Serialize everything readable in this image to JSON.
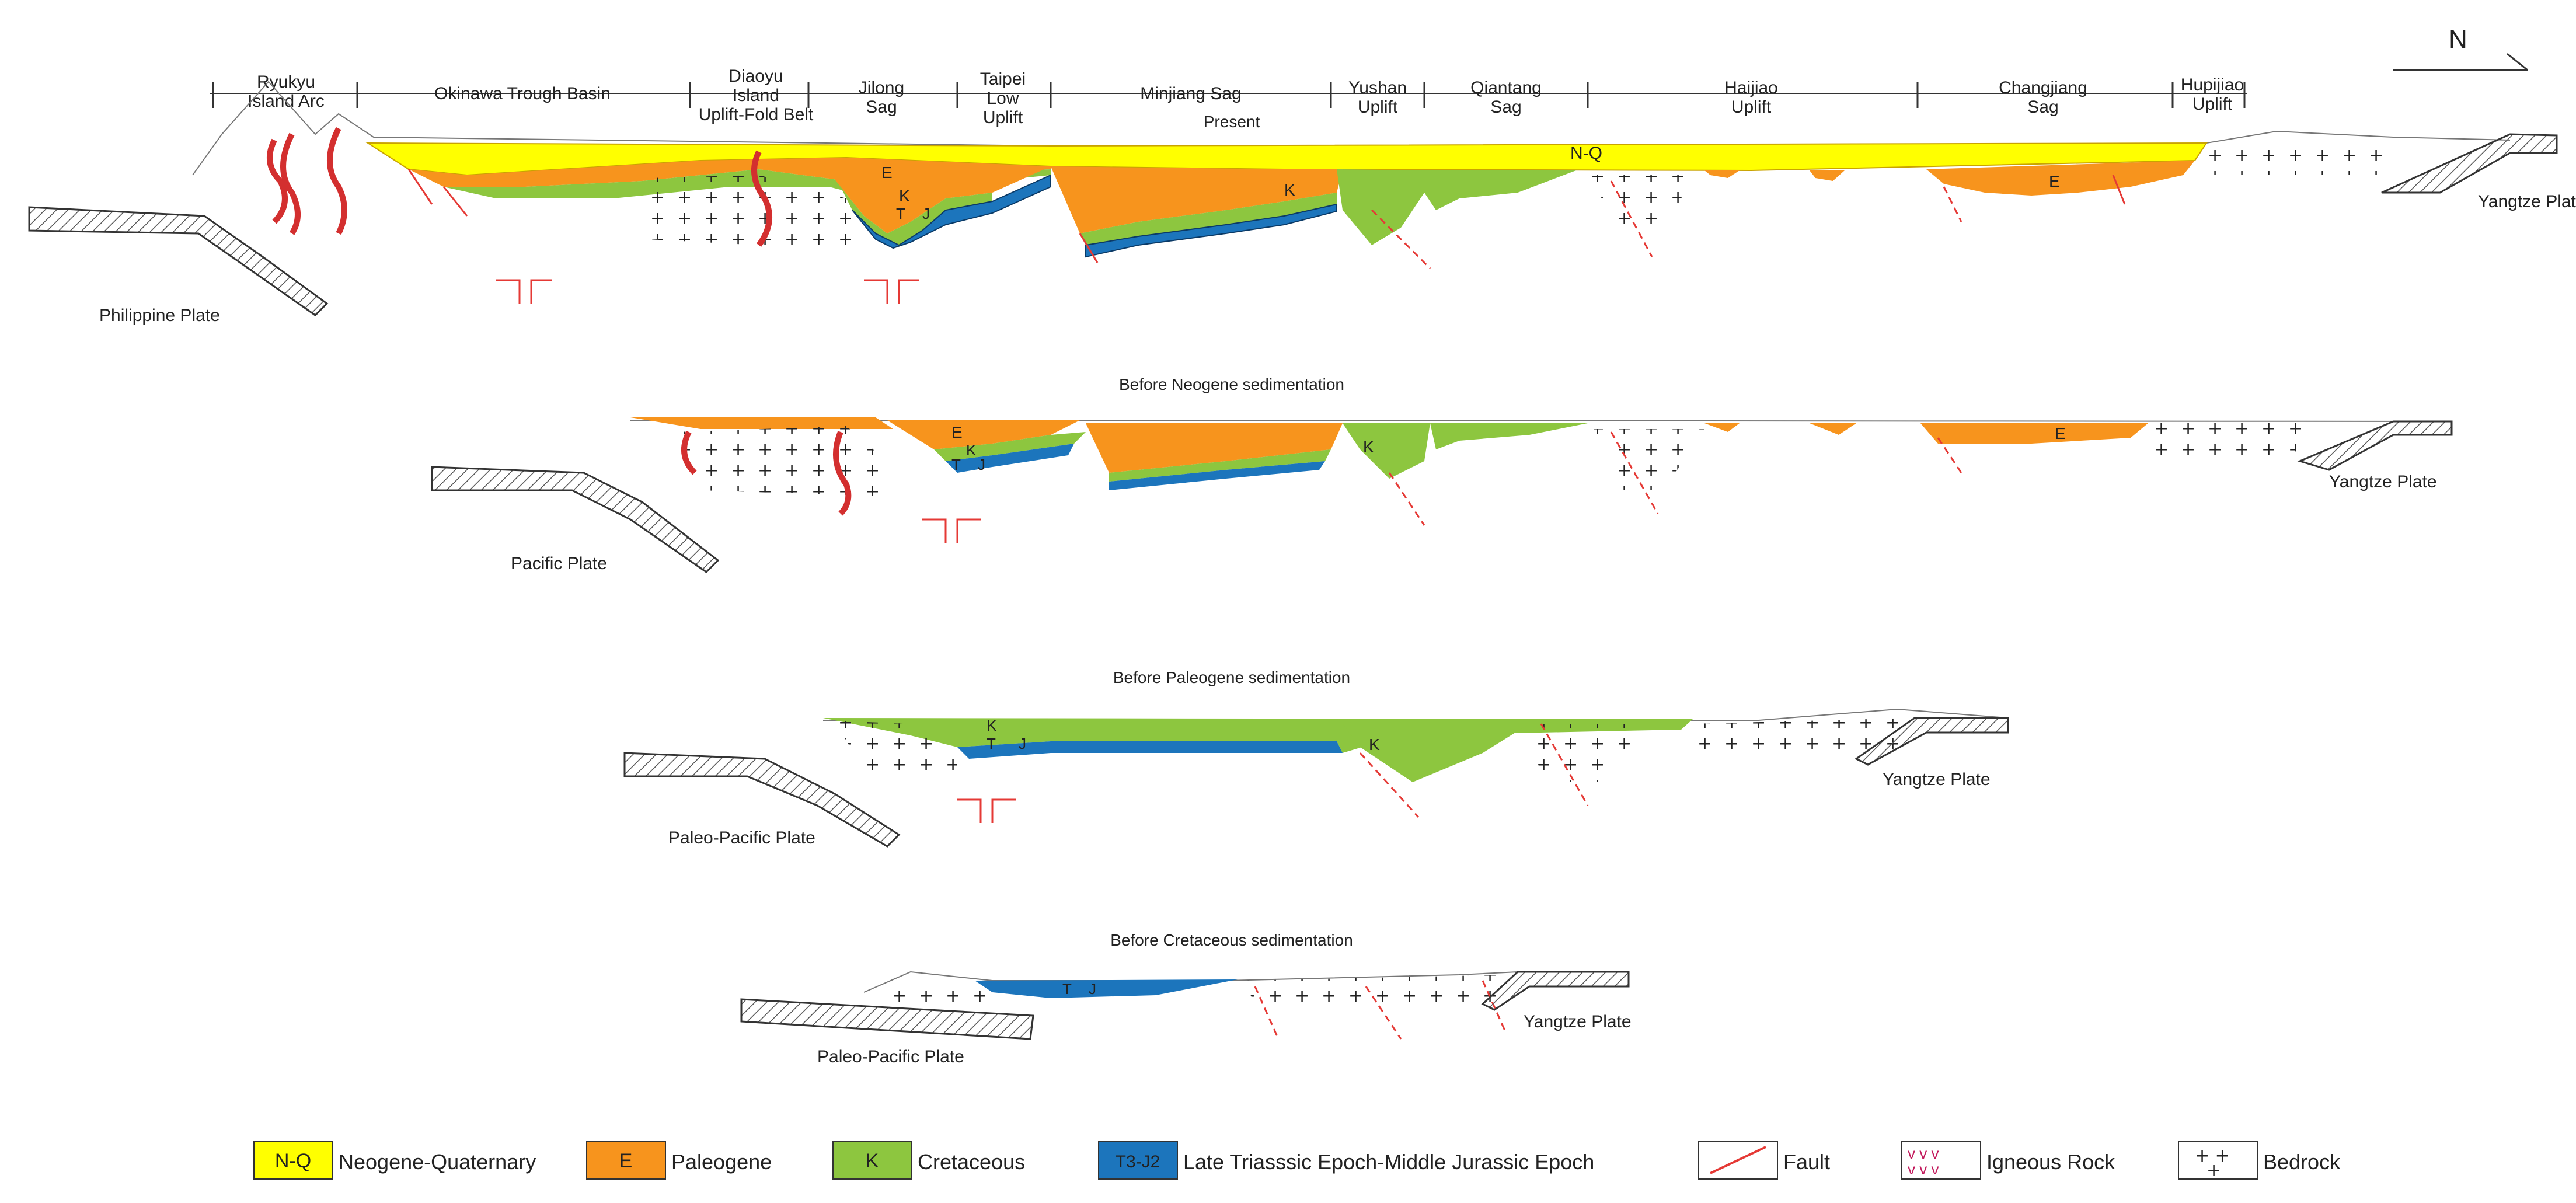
{
  "north_label": "N",
  "units_header": [
    {
      "label": "Ryukyu\nIsland Arc"
    },
    {
      "label": "Okinawa Trough Basin"
    },
    {
      "label": "Diaoyu\nIsland\nUplift-Fold Belt"
    },
    {
      "label": "Jilong\nSag"
    },
    {
      "label": "Taipei\nLow\nUplift"
    },
    {
      "label": "Minjiang Sag"
    },
    {
      "label": "Yushan\nUplift"
    },
    {
      "label": "Qiantang\nSag"
    },
    {
      "label": "Haijiao\nUplift"
    },
    {
      "label": "Changjiang\nSag"
    },
    {
      "label": "Hupijiao\nUplift"
    }
  ],
  "sections": [
    {
      "title": "Present",
      "plate_left": "Philippine Plate",
      "plate_right": "Yangtze Plate",
      "labels": {
        "nq": "N-Q",
        "e1": "E",
        "k1": "K",
        "tj1": "T",
        "tj2": "J",
        "k2": "K",
        "e2": "E"
      }
    },
    {
      "title": "Before Neogene sedimentation",
      "plate_left": "Pacific Plate",
      "plate_right": "Yangtze Plate",
      "labels": {
        "e1": "E",
        "k1": "K",
        "tj1": "T",
        "tj2": "J",
        "k2": "K",
        "e2": "E"
      }
    },
    {
      "title": "Before Paleogene sedimentation",
      "plate_left": "Paleo-Pacific Plate",
      "plate_right": "Yangtze Plate",
      "labels": {
        "k1": "K",
        "tj1": "T",
        "tj2": "J",
        "k2": "K"
      }
    },
    {
      "title": "Before Cretaceous sedimentation",
      "plate_left": "Paleo-Pacific Plate",
      "plate_right": "Yangtze Plate",
      "labels": {
        "tj1": "T",
        "tj2": "J"
      }
    }
  ],
  "legend": [
    {
      "key": "nq",
      "swatch_text": "N-Q",
      "label": "Neogene-Quaternary",
      "color": "#ffff00"
    },
    {
      "key": "e",
      "swatch_text": "E",
      "label": "Paleogene",
      "color": "#f7941d"
    },
    {
      "key": "k",
      "swatch_text": "K",
      "label": "Cretaceous",
      "color": "#8dc63f"
    },
    {
      "key": "tj",
      "swatch_text": "T3-J2",
      "label": "Late Triasssic Epoch-Middle Jurassic Epoch",
      "color": "#1c75bc"
    },
    {
      "key": "fault",
      "swatch_text": "",
      "label": "Fault",
      "color": "#e53935"
    },
    {
      "key": "igneous",
      "swatch_text": "",
      "label": "Igneous Rock",
      "color": "#c2185b"
    },
    {
      "key": "bedrock",
      "swatch_text": "",
      "label": "Bedrock",
      "color": "#000000"
    }
  ]
}
